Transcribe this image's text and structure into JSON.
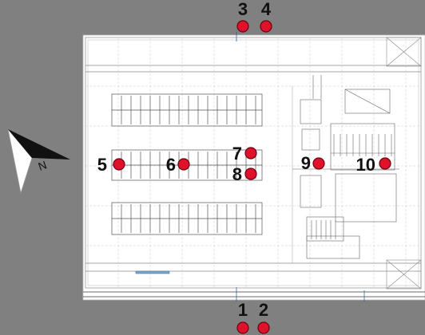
{
  "markers": [
    {
      "label": "1"
    },
    {
      "label": "2"
    },
    {
      "label": "3"
    },
    {
      "label": "4"
    },
    {
      "label": "5"
    },
    {
      "label": "6"
    },
    {
      "label": "7"
    },
    {
      "label": "8"
    },
    {
      "label": "9"
    },
    {
      "label": "10"
    }
  ],
  "compass": {
    "label": "N"
  },
  "colors": {
    "background": "#808080",
    "sheet": "#ffffff",
    "marker_fill": "#e0112b",
    "marker_stroke": "#6b0010",
    "arrow_dark": "#111111",
    "arrow_light": "#ffffff"
  }
}
